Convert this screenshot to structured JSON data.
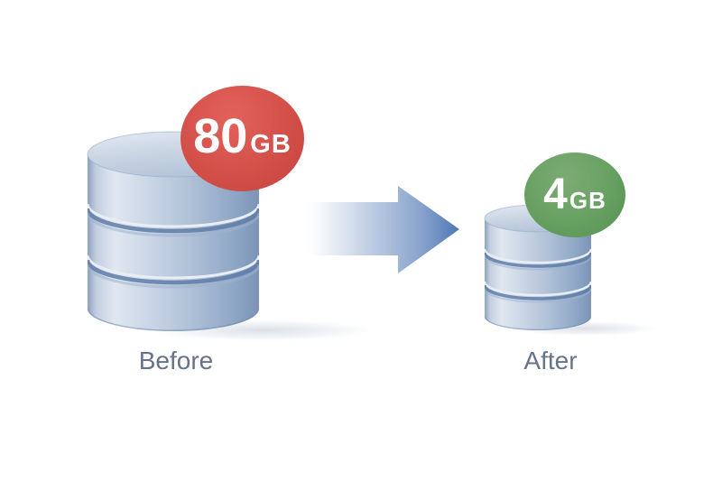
{
  "before": {
    "label": "Before",
    "badge": {
      "value": "80",
      "unit": "GB"
    }
  },
  "after": {
    "label": "After",
    "badge": {
      "value": "4",
      "unit": "GB"
    }
  },
  "icons": {
    "before": "database-stack-icon",
    "after": "database-stack-icon",
    "between": "right-arrow-icon"
  },
  "colors": {
    "badge_before_red": "#d04a44",
    "badge_after_green": "#639c5e",
    "arrow_blue": "#4f79b5",
    "database_blue": "#b4c5da",
    "caption_text": "#65748b",
    "background": "#ffffff"
  }
}
